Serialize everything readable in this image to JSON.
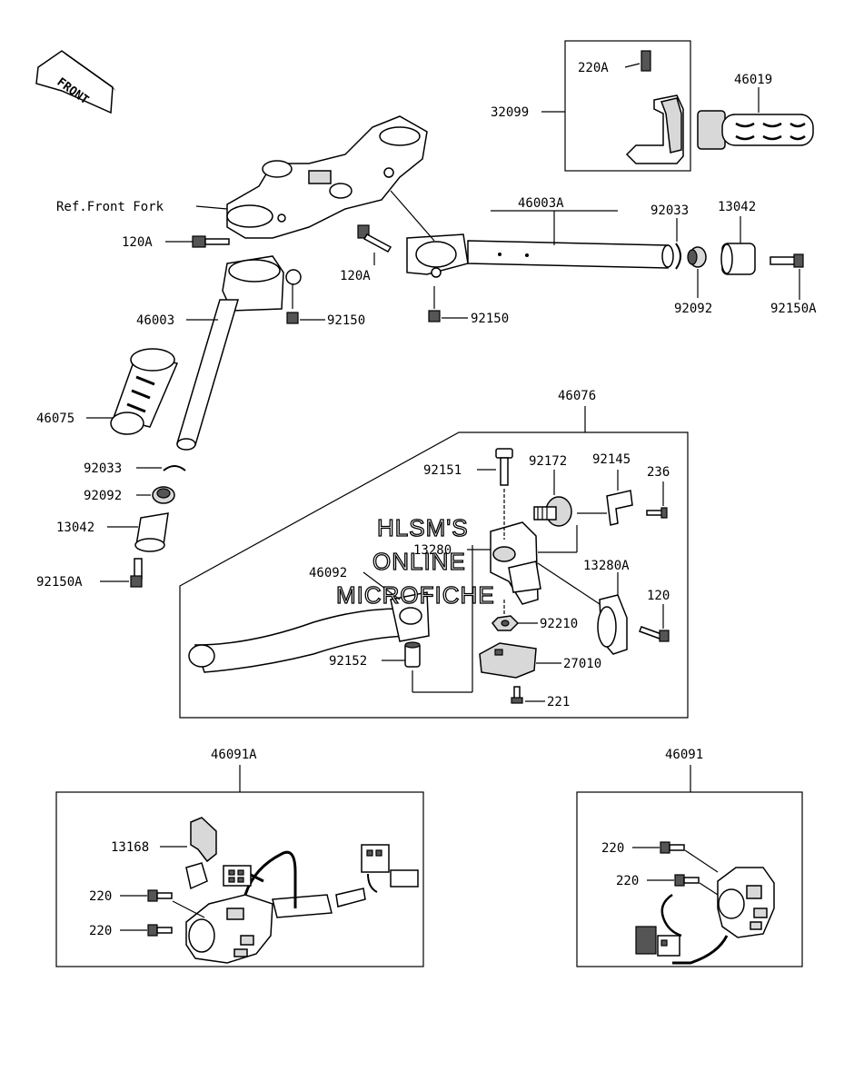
{
  "front_arrow": {
    "label": "FRONT"
  },
  "watermark": {
    "line1": "HLSM'S",
    "line2": "ONLINE",
    "line3": "MICROFICHE"
  },
  "labels": {
    "l220A_top": "220A",
    "l32099": "32099",
    "l46019": "46019",
    "lRefFront": "Ref.Front Fork",
    "l46003A": "46003A",
    "l92033_r": "92033",
    "l13042_r": "13042",
    "l120A_l": "120A",
    "l120A_m": "120A",
    "l92092_r": "92092",
    "l92150A_r": "92150A",
    "l92150_l": "92150",
    "l92150_m": "92150",
    "l46003": "46003",
    "l46076": "46076",
    "l46075": "46075",
    "l92151": "92151",
    "l92172": "92172",
    "l92145": "92145",
    "l236": "236",
    "l92033_l": "92033",
    "l92092_l": "92092",
    "l13280": "13280",
    "l13042_l": "13042",
    "l46092": "46092",
    "l13280A": "13280A",
    "l92150A_l": "92150A",
    "l120": "120",
    "l92210": "92210",
    "l92152": "92152",
    "l27010": "27010",
    "l221": "221",
    "l46091A": "46091A",
    "l46091": "46091",
    "l13168": "13168",
    "l220_a": "220",
    "l220_b": "220",
    "l220_c": "220",
    "l220_d": "220"
  }
}
